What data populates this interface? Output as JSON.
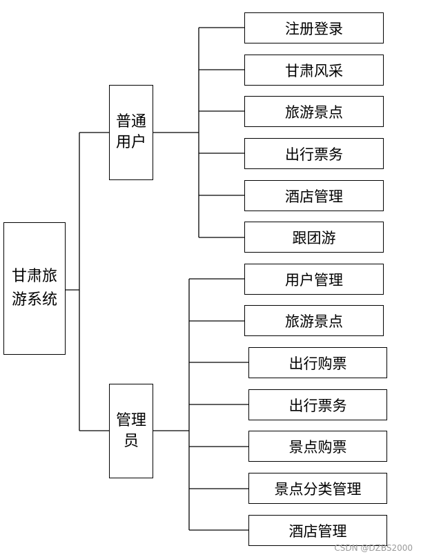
{
  "root": {
    "label": "甘肃旅游系统"
  },
  "branches": [
    {
      "label": "普通用户",
      "children": [
        "注册登录",
        "甘肃风采",
        "旅游景点",
        "出行票务",
        "酒店管理",
        "跟团游"
      ]
    },
    {
      "label": "管理员",
      "children": [
        "用户管理",
        "旅游景点",
        "出行购票",
        "出行票务",
        "景点购票",
        "景点分类管理",
        "酒店管理"
      ]
    }
  ],
  "watermark": "CSDN @DZBS2000"
}
